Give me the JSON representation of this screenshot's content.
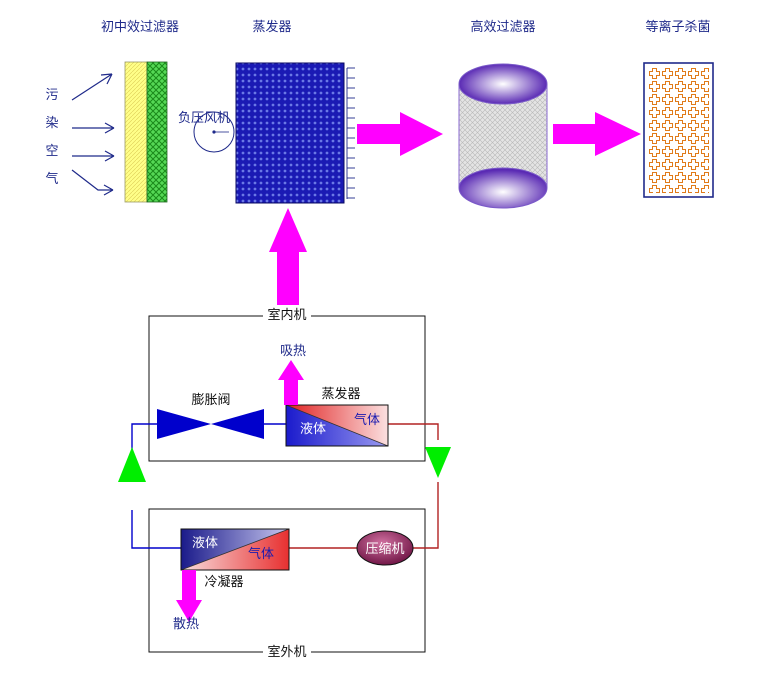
{
  "purifier": {
    "prefilter_label": "初中效过滤器",
    "evaporator_label": "蒸发器",
    "hepa_label": "高效过滤器",
    "plasma_label": "等离子杀菌",
    "fan_label": "负压风机",
    "air_in_chars": [
      "污",
      "染",
      "空",
      "气"
    ]
  },
  "refrigeration": {
    "indoor_label": "室内机",
    "outdoor_label": "室外机",
    "absorb_label": "吸热",
    "release_label": "散热",
    "expansion_valve_label": "膨胀阀",
    "evaporator_label": "蒸发器",
    "condenser_label": "冷凝器",
    "compressor_label": "压缩机",
    "liquid_label": "液体",
    "gas_label": "气体"
  },
  "colors": {
    "magenta_arrow": "#ff00ff",
    "green_arrow": "#00ee00",
    "refrigerant_blue": "#0000cc",
    "pipe_red": "#b22222",
    "label_navy": "#1f2a8a"
  }
}
